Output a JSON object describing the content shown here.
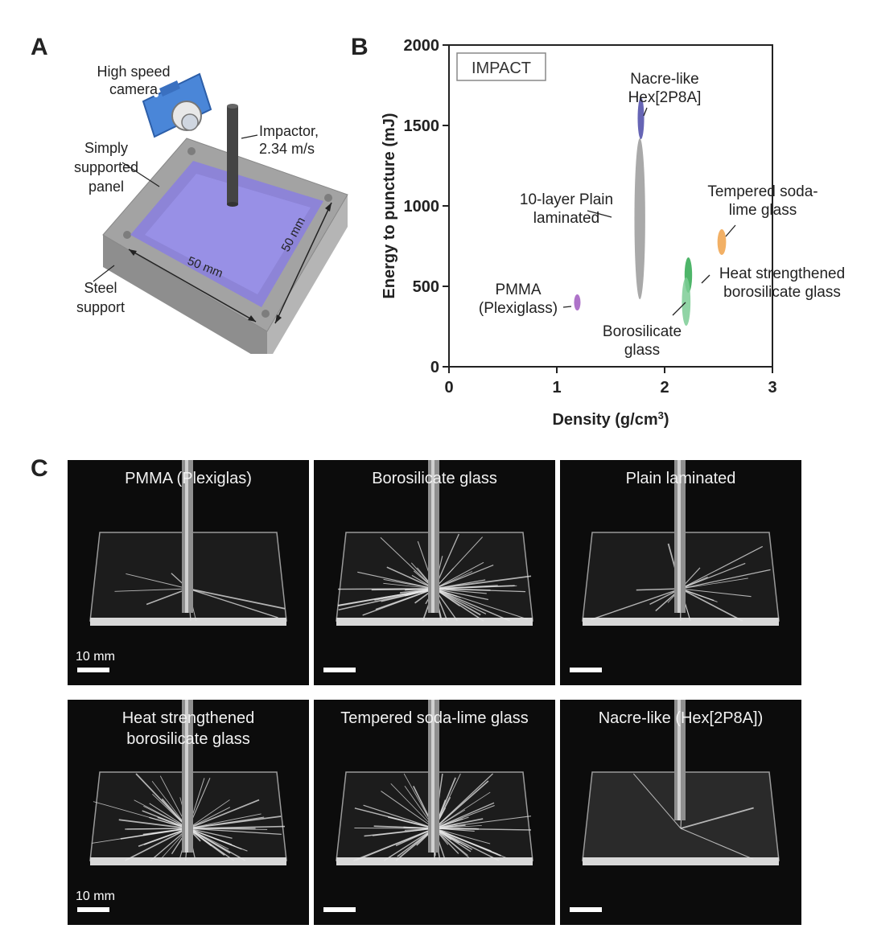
{
  "panel_a": {
    "letter": "A",
    "camera_label": "High speed\ncamera",
    "impactor_label": "Impactor,\n2.34 m/s",
    "panel_label": "Simply\nsupported\npanel",
    "support_label": "Steel\nsupport",
    "dim_x": "50 mm",
    "dim_y": "50 mm",
    "colors": {
      "panel": "#8a7fe0",
      "steel": "#a9a9a9",
      "camera": "#4a86d8"
    }
  },
  "panel_b": {
    "letter": "B"
  },
  "chart_data": {
    "type": "scatter",
    "title": "",
    "legend_box": "IMPACT",
    "xlabel": "Density (g/cm",
    "xlabel_sup": "3",
    "xlabel_end": ")",
    "ylabel": "Energy to puncture (mJ)",
    "xlim": [
      0,
      3
    ],
    "ylim": [
      0,
      2000
    ],
    "xticks": [
      "0",
      "1",
      "2",
      "3"
    ],
    "yticks": [
      "0",
      "500",
      "1000",
      "1500",
      "2000"
    ],
    "grid": false,
    "points": [
      {
        "label": "Nacre-like\nHex[2P8A]",
        "x": 1.78,
        "y": 1545,
        "rx": 0.03,
        "ry": 130,
        "color": "#4b4aa8"
      },
      {
        "label": "10-layer Plain\nlaminated",
        "x": 1.77,
        "y": 920,
        "rx": 0.05,
        "ry": 500,
        "color": "#9a9a9a"
      },
      {
        "label": "Tempered soda-\nlime glass",
        "x": 2.53,
        "y": 775,
        "rx": 0.04,
        "ry": 80,
        "color": "#f0a24a"
      },
      {
        "label": "Heat strengthened\nborosilicate glass",
        "x": 2.22,
        "y": 570,
        "rx": 0.035,
        "ry": 110,
        "color": "#2fa84f"
      },
      {
        "label": "Borosilicate\nglass",
        "x": 2.2,
        "y": 405,
        "rx": 0.04,
        "ry": 150,
        "color": "#7ccc95"
      },
      {
        "label": "PMMA\n(Plexiglass)",
        "x": 1.19,
        "y": 400,
        "rx": 0.03,
        "ry": 50,
        "color": "#a05bbf"
      }
    ]
  },
  "panel_c": {
    "letter": "C",
    "scale_label": "10 mm",
    "photos": [
      {
        "title": "PMMA (Plexiglas)",
        "show_scale_text": true
      },
      {
        "title": "Borosilicate glass",
        "show_scale_text": false
      },
      {
        "title": "Plain laminated",
        "show_scale_text": false
      },
      {
        "title": "Heat strengthened\nborosilicate glass",
        "show_scale_text": true
      },
      {
        "title": "Tempered soda-lime glass",
        "show_scale_text": false
      },
      {
        "title": "Nacre-like (Hex[2P8A])",
        "show_scale_text": false
      }
    ]
  }
}
